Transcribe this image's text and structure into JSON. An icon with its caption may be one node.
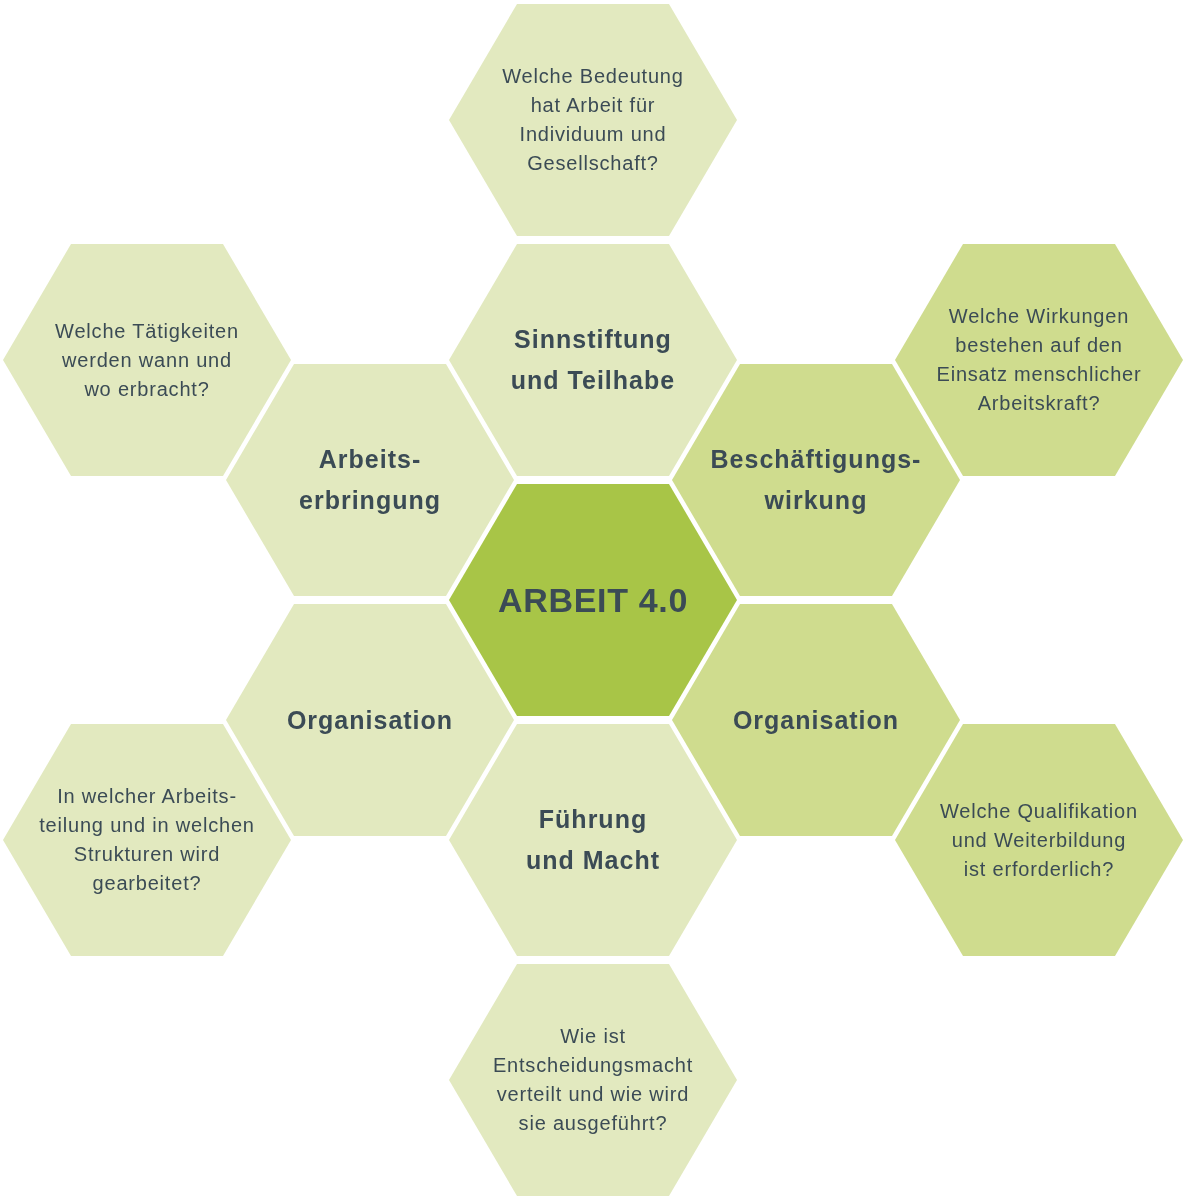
{
  "diagram": {
    "nodes": [
      {
        "text": [
          "Welche Bedeutung hat Arbeit für Individuum und Gesellschaft?"
        ]
      },
      {
        "text": [
          "Welche Tätigkeiten werden wann und wo erbracht?"
        ]
      },
      {
        "text": [
          "Sinnstiftung und Teilhabe"
        ]
      },
      {
        "text": [
          "Welche Wirkungen bestehen auf den Einsatz menschlicher Arbeitskraft?"
        ]
      },
      {
        "text": [
          "Arbeits- erbringung"
        ]
      },
      {
        "text": [
          "Beschäftigungs- wirkung"
        ]
      },
      {
        "text": [
          "ARBEIT 4.0"
        ]
      },
      {
        "text": [
          "Organisation"
        ]
      },
      {
        "text": [
          "Organisation"
        ]
      },
      {
        "text": [
          "In welcher Arbeits- teilung und in welchen Strukturen wird gearbeitet?"
        ]
      },
      {
        "text": [
          "Führung und Macht"
        ]
      },
      {
        "text": [
          "Welche Qualifikation und Weiterbildung ist erforderlich?"
        ]
      },
      {
        "text": [
          "Wie ist Entscheidungsmacht verteilt und wie wird sie ausgeführt?"
        ]
      }
    ]
  }
}
